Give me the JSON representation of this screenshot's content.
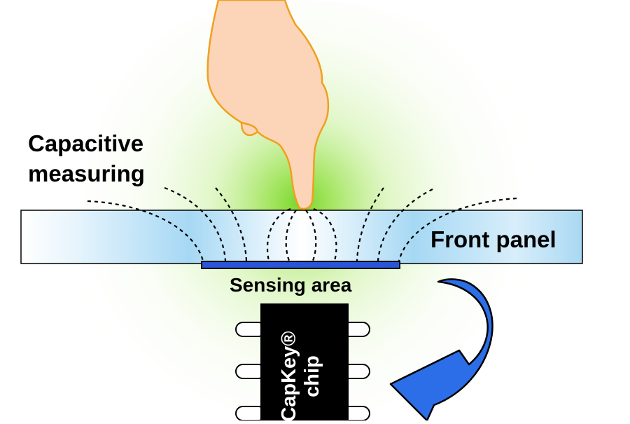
{
  "labels": {
    "capacitive_line1": "Capacitive",
    "capacitive_line2": "measuring",
    "front_panel": "Front panel",
    "sensing_area": "Sensing area",
    "chip_line1": "CapKey®",
    "chip_line2": "chip"
  },
  "colors": {
    "glow": "#8ee03a",
    "panel_fill": "#a9d8f2",
    "sensing_pad": "#2a55d6",
    "hand_fill": "#fcd4b8",
    "hand_outline": "#f0a020",
    "arrow_fill": "#2b6ee8",
    "chip_body": "#000000"
  },
  "icons": {
    "finger": "pointing-hand-icon",
    "arrow": "curved-arrow-icon"
  }
}
